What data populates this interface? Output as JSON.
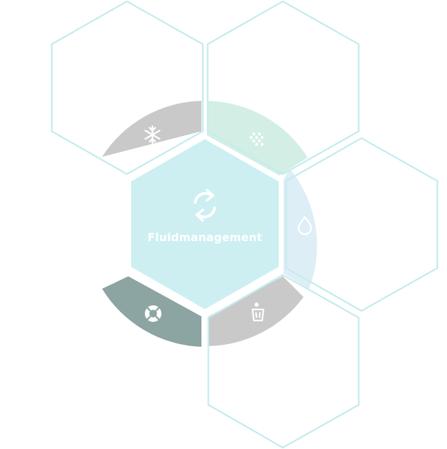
{
  "center": {
    "label": "Fluidmanagement",
    "icon": "refresh-arrows-icon",
    "fill": "#cdeff1"
  },
  "ring_segments": [
    {
      "id": "cooling",
      "icon": "snowflake-icon",
      "color": "#c9c9c9"
    },
    {
      "id": "filtration",
      "icon": "dots-grid-icon",
      "color": "#d3eee5"
    },
    {
      "id": "fluid",
      "icon": "droplet-icon",
      "color": "#deeef6"
    },
    {
      "id": "disposal",
      "icon": "waste-bin-icon",
      "color": "#c9c9c9"
    },
    {
      "id": "support",
      "icon": "lifebuoy-icon",
      "color": "#8ca4a2"
    }
  ],
  "outline_color": "#c6ecee"
}
